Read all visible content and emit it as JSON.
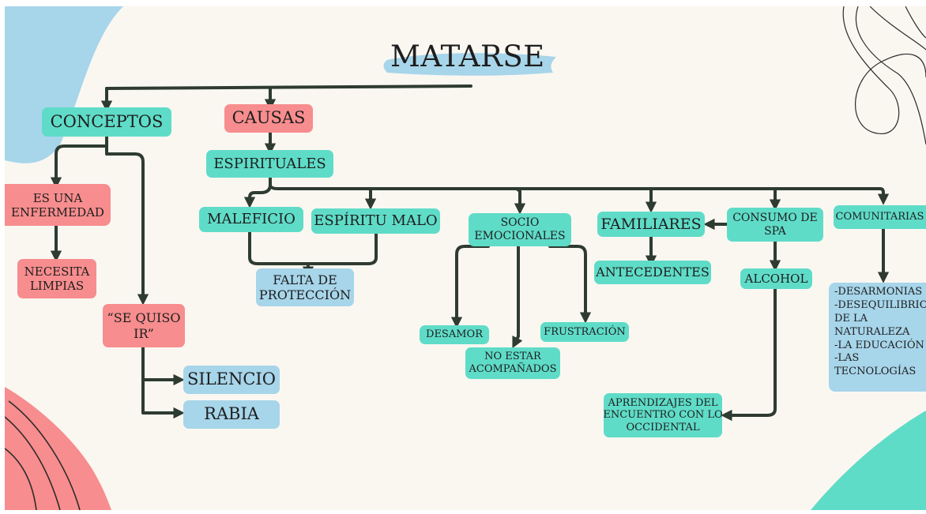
{
  "colors": {
    "teal": "#5fdcc8",
    "pink": "#f78d8e",
    "blue": "#a7d5ea",
    "connector": "#2e3b31",
    "background": "#faf7f1"
  },
  "title": "MATARSE",
  "nodes": {
    "conceptos": "CONCEPTOS",
    "causas": "CAUSAS",
    "espirituales": "ESPIRITUALES",
    "es_una_enfermedad": [
      "ES UNA",
      "ENFERMEDAD"
    ],
    "necesita_limpias": [
      "NECESITA",
      "LIMPIAS"
    ],
    "se_quiso_ir": [
      "“SE QUISO",
      "IR”"
    ],
    "silencio": "SILENCIO",
    "rabia": "RABIA",
    "maleficio": "MALEFICIO",
    "espiritu_malo": "ESPÍRITU MALO",
    "falta_de_proteccion": [
      "FALTA DE",
      "PROTECCIÓN"
    ],
    "socio_emocionales": [
      "SOCIO",
      "EMOCIONALES"
    ],
    "desamor": "DESAMOR",
    "no_estar_acompanados": [
      "NO ESTAR",
      "ACOMPAÑADOS"
    ],
    "frustracion": "FRUSTRACIÓN",
    "familiares": "FAMILIARES",
    "antecedentes": "ANTECEDENTES",
    "consumo_de_spa": [
      "CONSUMO DE",
      "SPA"
    ],
    "alcohol": "ALCOHOL",
    "aprendizajes": [
      "APRENDIZAJES DEL",
      "ENCUENTRO CON LO",
      "OCCIDENTAL"
    ],
    "comunitarias": "COMUNITARIAS",
    "comunitarias_list": [
      "-DESARMONIAS",
      "-DESEQUILIBRIO",
      "DE LA",
      "NATURALEZA",
      "-LA EDUCACIÓN",
      "-LAS",
      "TECNOLOGÍAS"
    ]
  }
}
